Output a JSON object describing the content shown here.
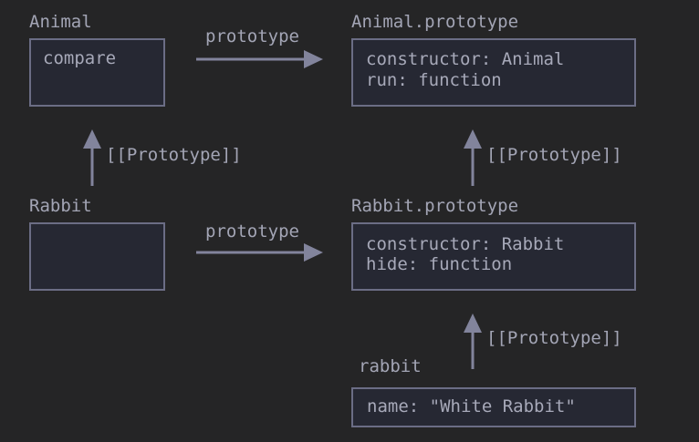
{
  "nodes": {
    "animal": {
      "title": "Animal",
      "lines": [
        "compare"
      ]
    },
    "animal_proto": {
      "title": "Animal.prototype",
      "lines": [
        "constructor: Animal",
        "run: function"
      ]
    },
    "rabbit": {
      "title": "Rabbit",
      "lines": []
    },
    "rabbit_proto": {
      "title": "Rabbit.prototype",
      "lines": [
        "constructor: Rabbit",
        "hide: function"
      ]
    },
    "rabbit_obj": {
      "title": "rabbit",
      "lines": [
        "name: \"White Rabbit\""
      ]
    }
  },
  "edges": {
    "animal_prototype": "prototype",
    "rabbit_prototype": "prototype",
    "rabbit_to_animal": "[[Prototype]]",
    "rabbitproto_to_animalproto": "[[Prototype]]",
    "obj_to_rabbitproto": "[[Prototype]]"
  },
  "colors": {
    "background": "#252526",
    "box_border": "#6b6d85",
    "arrow": "#82849c",
    "text": "#a7a9b9"
  }
}
